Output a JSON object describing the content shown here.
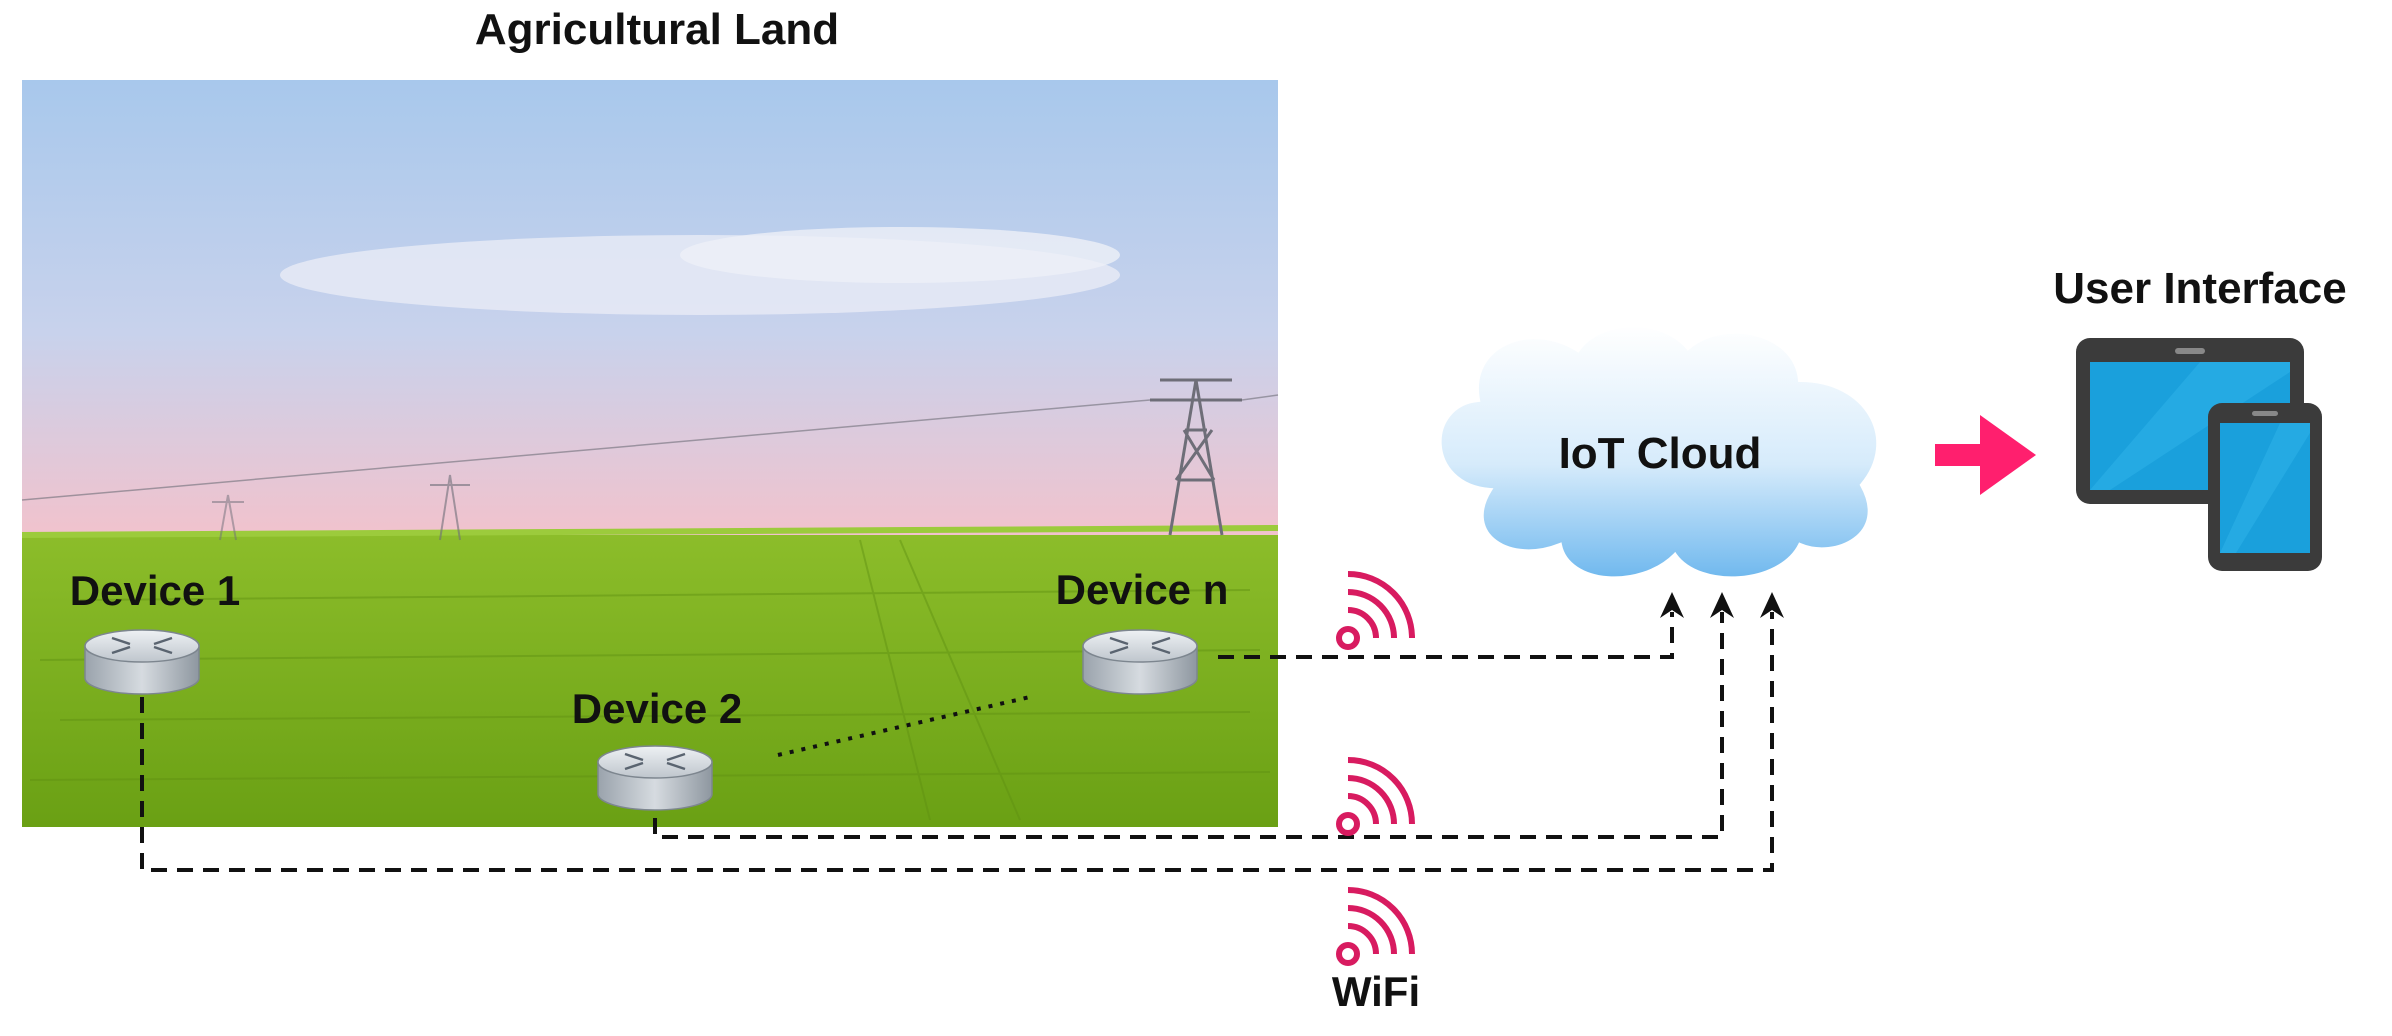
{
  "title": "Agricultural Land",
  "devices": [
    {
      "label": "Device 1"
    },
    {
      "label": "Device 2"
    },
    {
      "label": "Device n"
    }
  ],
  "cloud": {
    "label": "IoT Cloud"
  },
  "user_interface": {
    "label": "User Interface"
  },
  "connection": {
    "label": "WiFi"
  },
  "colors": {
    "sky_top": "#a8c8ec",
    "sky_bottom": "#f2c2cc",
    "field": "#78ae10",
    "cloud_fill": "#cfe6f9",
    "wifi": "#d81b60",
    "arrow": "#ff1f6e",
    "screen": "#1aa0dc",
    "device_body": "#3b3b3b"
  }
}
